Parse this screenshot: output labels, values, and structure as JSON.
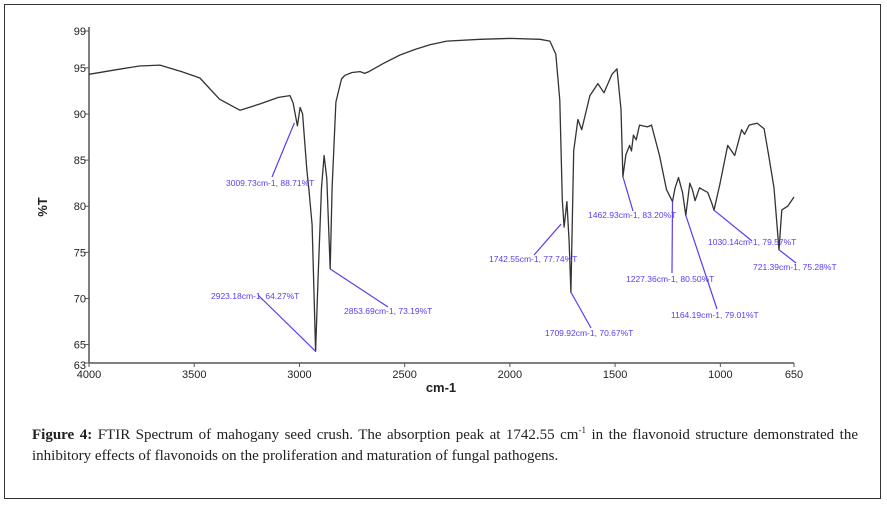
{
  "chart_data": {
    "type": "line",
    "title": "",
    "xlabel": "cm-1",
    "ylabel": "%T",
    "xlim": [
      4000,
      650
    ],
    "ylim": [
      63,
      99
    ],
    "x_ticks": [
      4000,
      3500,
      3000,
      2500,
      2000,
      1500,
      1000,
      650
    ],
    "y_ticks": [
      99,
      95,
      90,
      85,
      80,
      75,
      70,
      65,
      63
    ],
    "grid": false,
    "series": [
      {
        "name": "FTIR spectrum",
        "color": "#333333",
        "x": [
          4000,
          3870,
          3760,
          3663,
          3560,
          3473,
          3380,
          3282,
          3187,
          3100,
          3045,
          3030,
          3009.73,
          2997,
          2985,
          2965,
          2955,
          2940,
          2923.18,
          2912,
          2895,
          2883,
          2870,
          2853.69,
          2845,
          2827,
          2800,
          2784,
          2750,
          2712,
          2690,
          2670,
          2600,
          2522,
          2450,
          2380,
          2300,
          2142,
          2000,
          1857,
          1810,
          1782,
          1763,
          1751,
          1742.55,
          1729,
          1718,
          1709.92,
          1697,
          1677,
          1659,
          1620,
          1582,
          1553,
          1515,
          1491,
          1472,
          1462.93,
          1449,
          1431,
          1422,
          1413,
          1400,
          1384,
          1346,
          1327,
          1289,
          1256,
          1227.36,
          1215,
          1199,
          1180,
          1164.19,
          1145,
          1133,
          1120,
          1099,
          1085,
          1060,
          1040,
          1030.14,
          1003,
          965,
          932,
          899,
          885,
          863,
          845,
          825,
          792,
          770,
          745,
          721.39,
          708,
          680,
          650
        ],
        "y": [
          94.3,
          94.8,
          95.2,
          95.3,
          94.6,
          93.9,
          91.6,
          90.4,
          91.1,
          91.8,
          92.0,
          91.2,
          88.71,
          90.7,
          90.0,
          84.0,
          81.8,
          78.0,
          64.27,
          72.0,
          82.0,
          85.5,
          83.0,
          73.19,
          82.0,
          91.3,
          93.8,
          94.2,
          94.5,
          94.6,
          94.4,
          94.6,
          95.5,
          96.4,
          97.0,
          97.5,
          97.9,
          98.1,
          98.2,
          98.1,
          97.9,
          96.5,
          91.5,
          80.7,
          77.74,
          80.5,
          76.0,
          70.67,
          86.0,
          89.4,
          88.3,
          92.0,
          93.3,
          92.3,
          94.3,
          94.9,
          90.5,
          83.2,
          85.6,
          86.6,
          86.0,
          87.7,
          87.2,
          88.8,
          88.6,
          88.8,
          85.5,
          81.8,
          80.5,
          82.0,
          83.1,
          81.5,
          79.01,
          82.5,
          81.8,
          80.6,
          82.0,
          81.8,
          81.5,
          80.3,
          79.57,
          82.3,
          86.6,
          85.5,
          88.3,
          87.8,
          88.8,
          88.9,
          89.0,
          88.4,
          85.5,
          82.0,
          75.28,
          79.6,
          80.0,
          81.0
        ]
      }
    ],
    "annotations": [
      {
        "x": 3009.73,
        "y": 88.71,
        "text": "3009.73cm-1, 88.71%T"
      },
      {
        "x": 2923.18,
        "y": 64.27,
        "text": "2923.18cm-1, 64.27%T"
      },
      {
        "x": 2853.69,
        "y": 73.19,
        "text": "2853.69cm-1, 73.19%T"
      },
      {
        "x": 1742.55,
        "y": 77.74,
        "text": "1742.55cm-1, 77.74%T"
      },
      {
        "x": 1709.92,
        "y": 70.67,
        "text": "1709.92cm-1, 70.67%T"
      },
      {
        "x": 1462.93,
        "y": 83.2,
        "text": "1462.93cm-1, 83.20%T"
      },
      {
        "x": 1227.36,
        "y": 80.5,
        "text": "1227.36cm-1, 80.50%T"
      },
      {
        "x": 1164.19,
        "y": 79.01,
        "text": "1164.19cm-1, 79.01%T"
      },
      {
        "x": 1030.14,
        "y": 79.57,
        "text": "1030.14cm-1, 79.57%T"
      },
      {
        "x": 721.39,
        "y": 75.28,
        "text": "721.39cm-1, 75.28%T"
      }
    ],
    "annotation_color": "#5a3cf0"
  },
  "caption": {
    "label": "Figure 4:",
    "text_before_sup": " FTIR Spectrum of mahogany seed crush. The absorption peak at 1742.55 cm",
    "sup": "-1",
    "text_after_sup": " in the flavonoid structure demonstrated the inhibitory effects of flavonoids on the proliferation and maturation of fungal pathogens."
  }
}
